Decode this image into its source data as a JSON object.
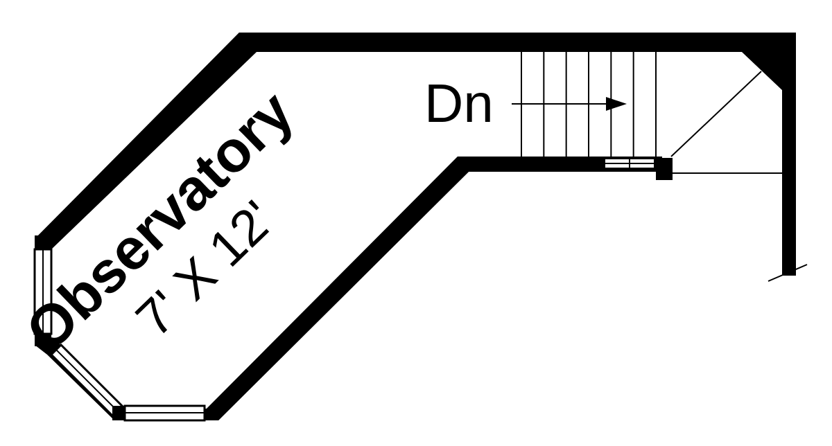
{
  "room": {
    "name": "Observatory",
    "size": "7' X 12'"
  },
  "stairs": {
    "label": "Dn",
    "tread_count": 6
  },
  "colors": {
    "wall": "#000000",
    "background": "#ffffff"
  }
}
